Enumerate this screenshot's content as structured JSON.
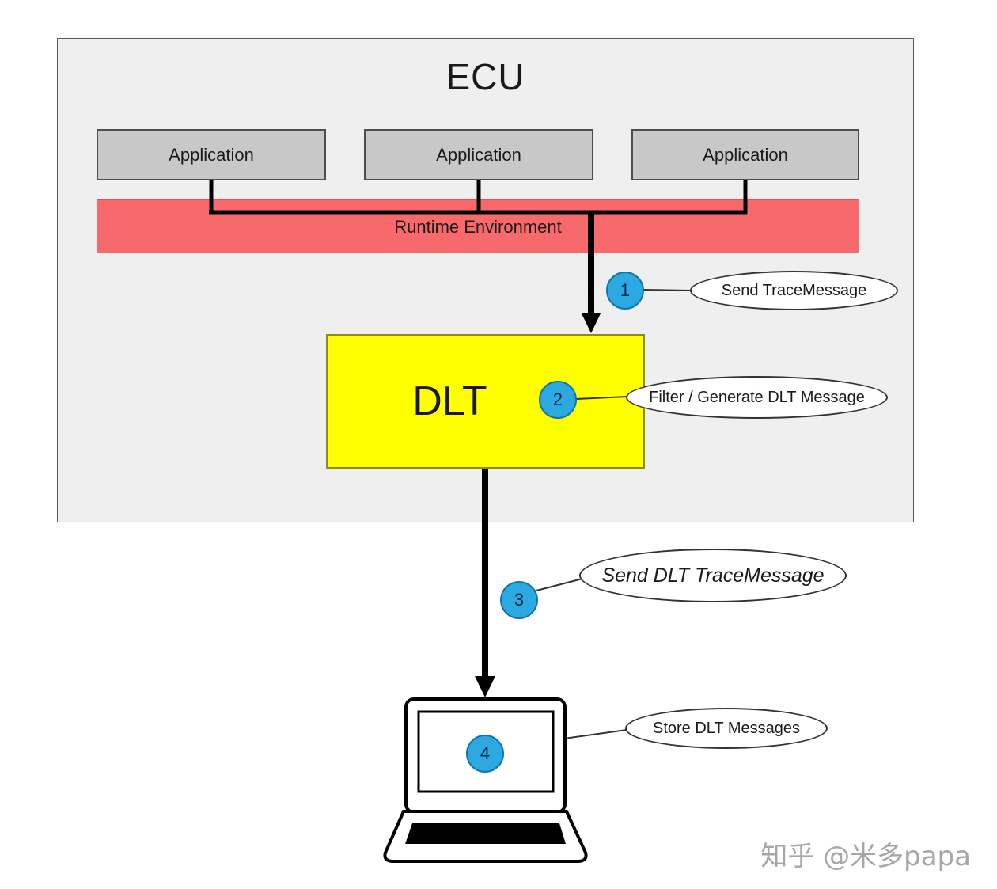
{
  "diagram": {
    "ecu_title": "ECU",
    "applications": [
      "Application",
      "Application",
      "Application"
    ],
    "runtime_label": "Runtime Environment",
    "dlt_label": "DLT",
    "steps": [
      {
        "num": "1",
        "label": "Send TraceMessage"
      },
      {
        "num": "2",
        "label": "Filter / Generate DLT Message"
      },
      {
        "num": "3",
        "label": "Send DLT TraceMessage"
      },
      {
        "num": "4",
        "label": "Store DLT Messages"
      }
    ],
    "watermark": "知乎 @米多papa",
    "colors": {
      "ecu_fill": "#efefef",
      "application_fill": "#c8c8c8",
      "runtime_fill": "#f8696b",
      "dlt_fill": "#ffff00",
      "step_circle_fill": "#2ba9e0",
      "callout_fill": "#ffffff",
      "line_color": "#000000",
      "watermark_color": "#a6a6a6"
    }
  }
}
